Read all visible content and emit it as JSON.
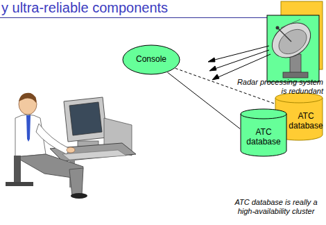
{
  "diagram": {
    "title": "y ultra-reliable components",
    "nodes": [
      {
        "text": [
          "Console"
        ]
      },
      {
        "text": [
          "ATC database"
        ]
      },
      {
        "text": [
          "ATC database"
        ]
      }
    ],
    "edges": [
      {
        "from": 0,
        "to": 1,
        "arrow": "none"
      },
      {
        "from": 0,
        "to": 2,
        "arrow": "none"
      }
    ],
    "labels": [
      "Radar processing system is redundant",
      "ATC database is really a high-availability cluster"
    ]
  }
}
